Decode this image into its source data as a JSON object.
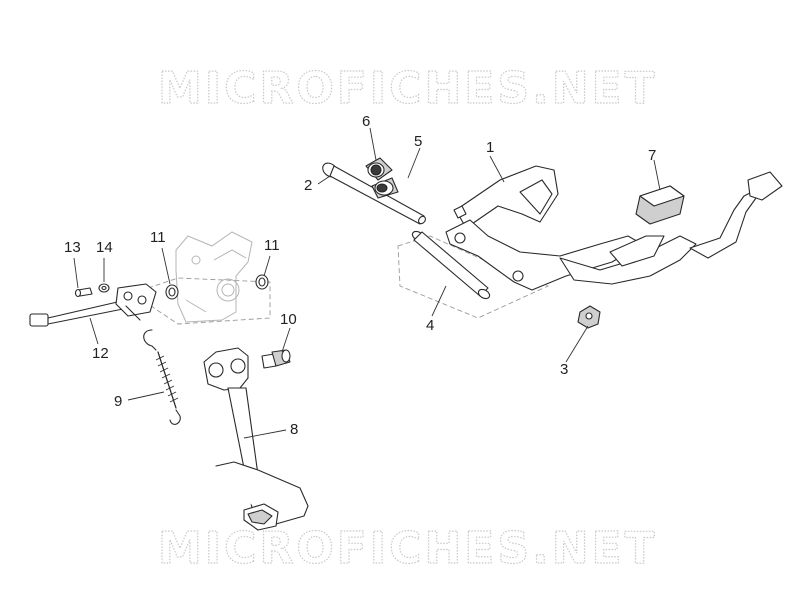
{
  "watermark": {
    "top": "MICROFICHES.NET",
    "bottom": "MICROFICHES.NET"
  },
  "callouts": {
    "c1": "1",
    "c2": "2",
    "c3": "3",
    "c4": "4",
    "c5": "5",
    "c6": "6",
    "c7": "7",
    "c8": "8",
    "c9": "9",
    "c10": "10",
    "c11a": "11",
    "c11b": "11",
    "c12": "12",
    "c13": "13",
    "c14": "14"
  }
}
